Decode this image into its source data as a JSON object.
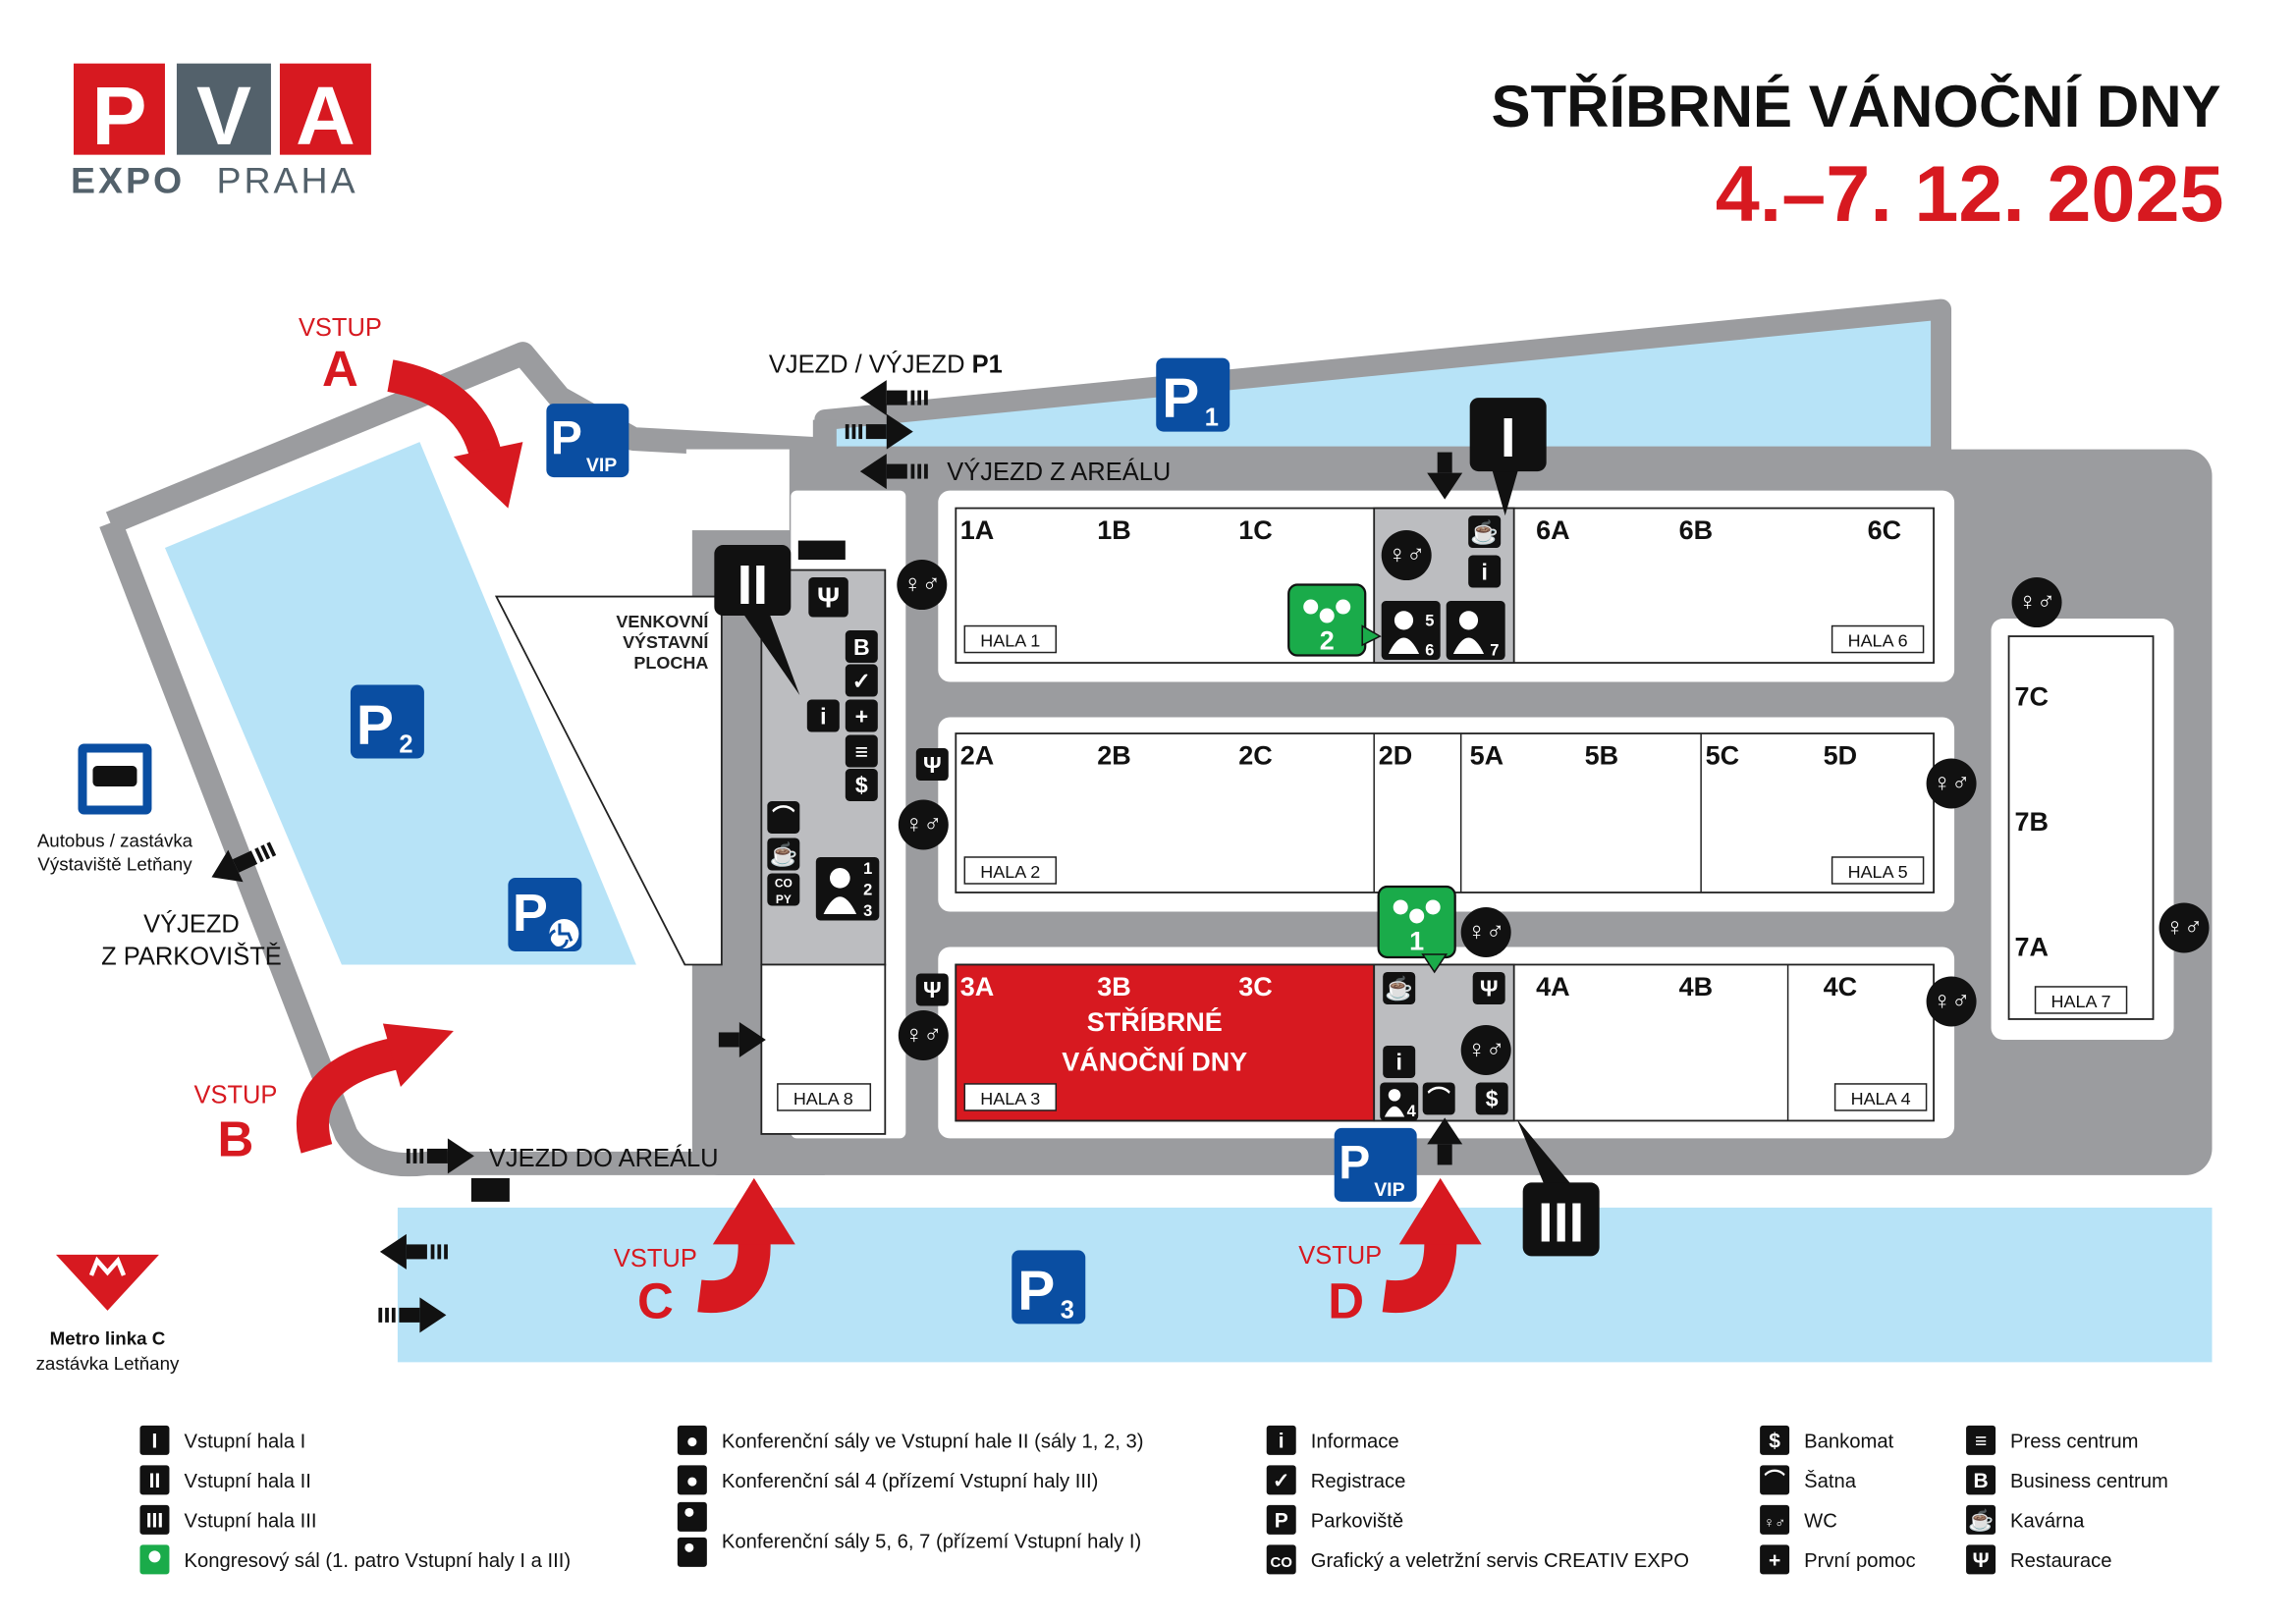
{
  "logo": {
    "letters": [
      "P",
      "V",
      "A"
    ],
    "expo": "EXPO",
    "praha": "PRAHA"
  },
  "event": {
    "title": "STŘÍBRNÉ VÁNOČNÍ DNY",
    "dates": "4.–7. 12. 2025"
  },
  "entrances": [
    {
      "label": "VSTUP",
      "letter": "A"
    },
    {
      "label": "VSTUP",
      "letter": "B"
    },
    {
      "label": "VSTUP",
      "letter": "C"
    },
    {
      "label": "VSTUP",
      "letter": "D"
    }
  ],
  "roads": {
    "p1": "VJEZD / VÝJEZD",
    "p1_bold": "P1",
    "exit_area": "VÝJEZD Z AREÁLU",
    "entry_area": "VJEZD DO AREÁLU",
    "exit_parking": [
      "VÝJEZD",
      "Z PARKOVIŠTĚ"
    ]
  },
  "parking": {
    "p": "P",
    "p1": "1",
    "p2": "2",
    "p3": "3",
    "vip": "VIP"
  },
  "outdoor": [
    "VENKOVNÍ",
    "VÝSTAVNÍ",
    "PLOCHA"
  ],
  "bus": {
    "line1": "Autobus / zastávka",
    "line2": "Výstaviště Letňany"
  },
  "metro": {
    "line1": "Metro linka C",
    "line2": "zastávka Letňany"
  },
  "halls": {
    "row1": [
      "1A",
      "1B",
      "1C",
      "6A",
      "6B",
      "6C"
    ],
    "row2": [
      "2A",
      "2B",
      "2C",
      "2D",
      "5A",
      "5B",
      "5C",
      "5D"
    ],
    "row3": [
      "3A",
      "3B",
      "3C",
      "4A",
      "4B",
      "4C"
    ],
    "hall7": [
      "7C",
      "7B",
      "7A"
    ],
    "names": {
      "h1": "HALA 1",
      "h2": "HALA 2",
      "h3": "HALA 3",
      "h4": "HALA 4",
      "h5": "HALA 5",
      "h6": "HALA 6",
      "h7": "HALA 7",
      "h8": "HALA 8"
    },
    "hall3_event": [
      "STŘÍBRNÉ",
      "VÁNOČNÍ DNY"
    ]
  },
  "entry_halls": [
    "I",
    "II",
    "III"
  ],
  "congress": [
    "2",
    "1"
  ],
  "legend": {
    "col1": [
      "Vstupní hala I",
      "Vstupní hala II",
      "Vstupní hala III",
      "Kongresový sál (1. patro Vstupní haly I a III)"
    ],
    "col2": [
      "Konferenční sály ve Vstupní hale II (sály 1, 2, 3)",
      "Konferenční sál 4 (přízemí Vstupní haly III)",
      "Konferenční sály 5, 6, 7 (přízemí Vstupní haly I)"
    ],
    "col3": [
      "Informace",
      "Registrace",
      "Parkoviště",
      "Grafický a veletržní servis CREATIV EXPO"
    ],
    "col4": [
      "Bankomat",
      "Šatna",
      "WC",
      "První pomoc"
    ],
    "col5": [
      "Press centrum",
      "Business centrum",
      "Kavárna",
      "Restaurace"
    ]
  },
  "colors": {
    "red": "#d71920",
    "blue": "#0a4ea2",
    "water": "#b7e3f7",
    "road": "#9b9c9f",
    "green": "#1aab4a",
    "logo_grey": "#53616b"
  }
}
